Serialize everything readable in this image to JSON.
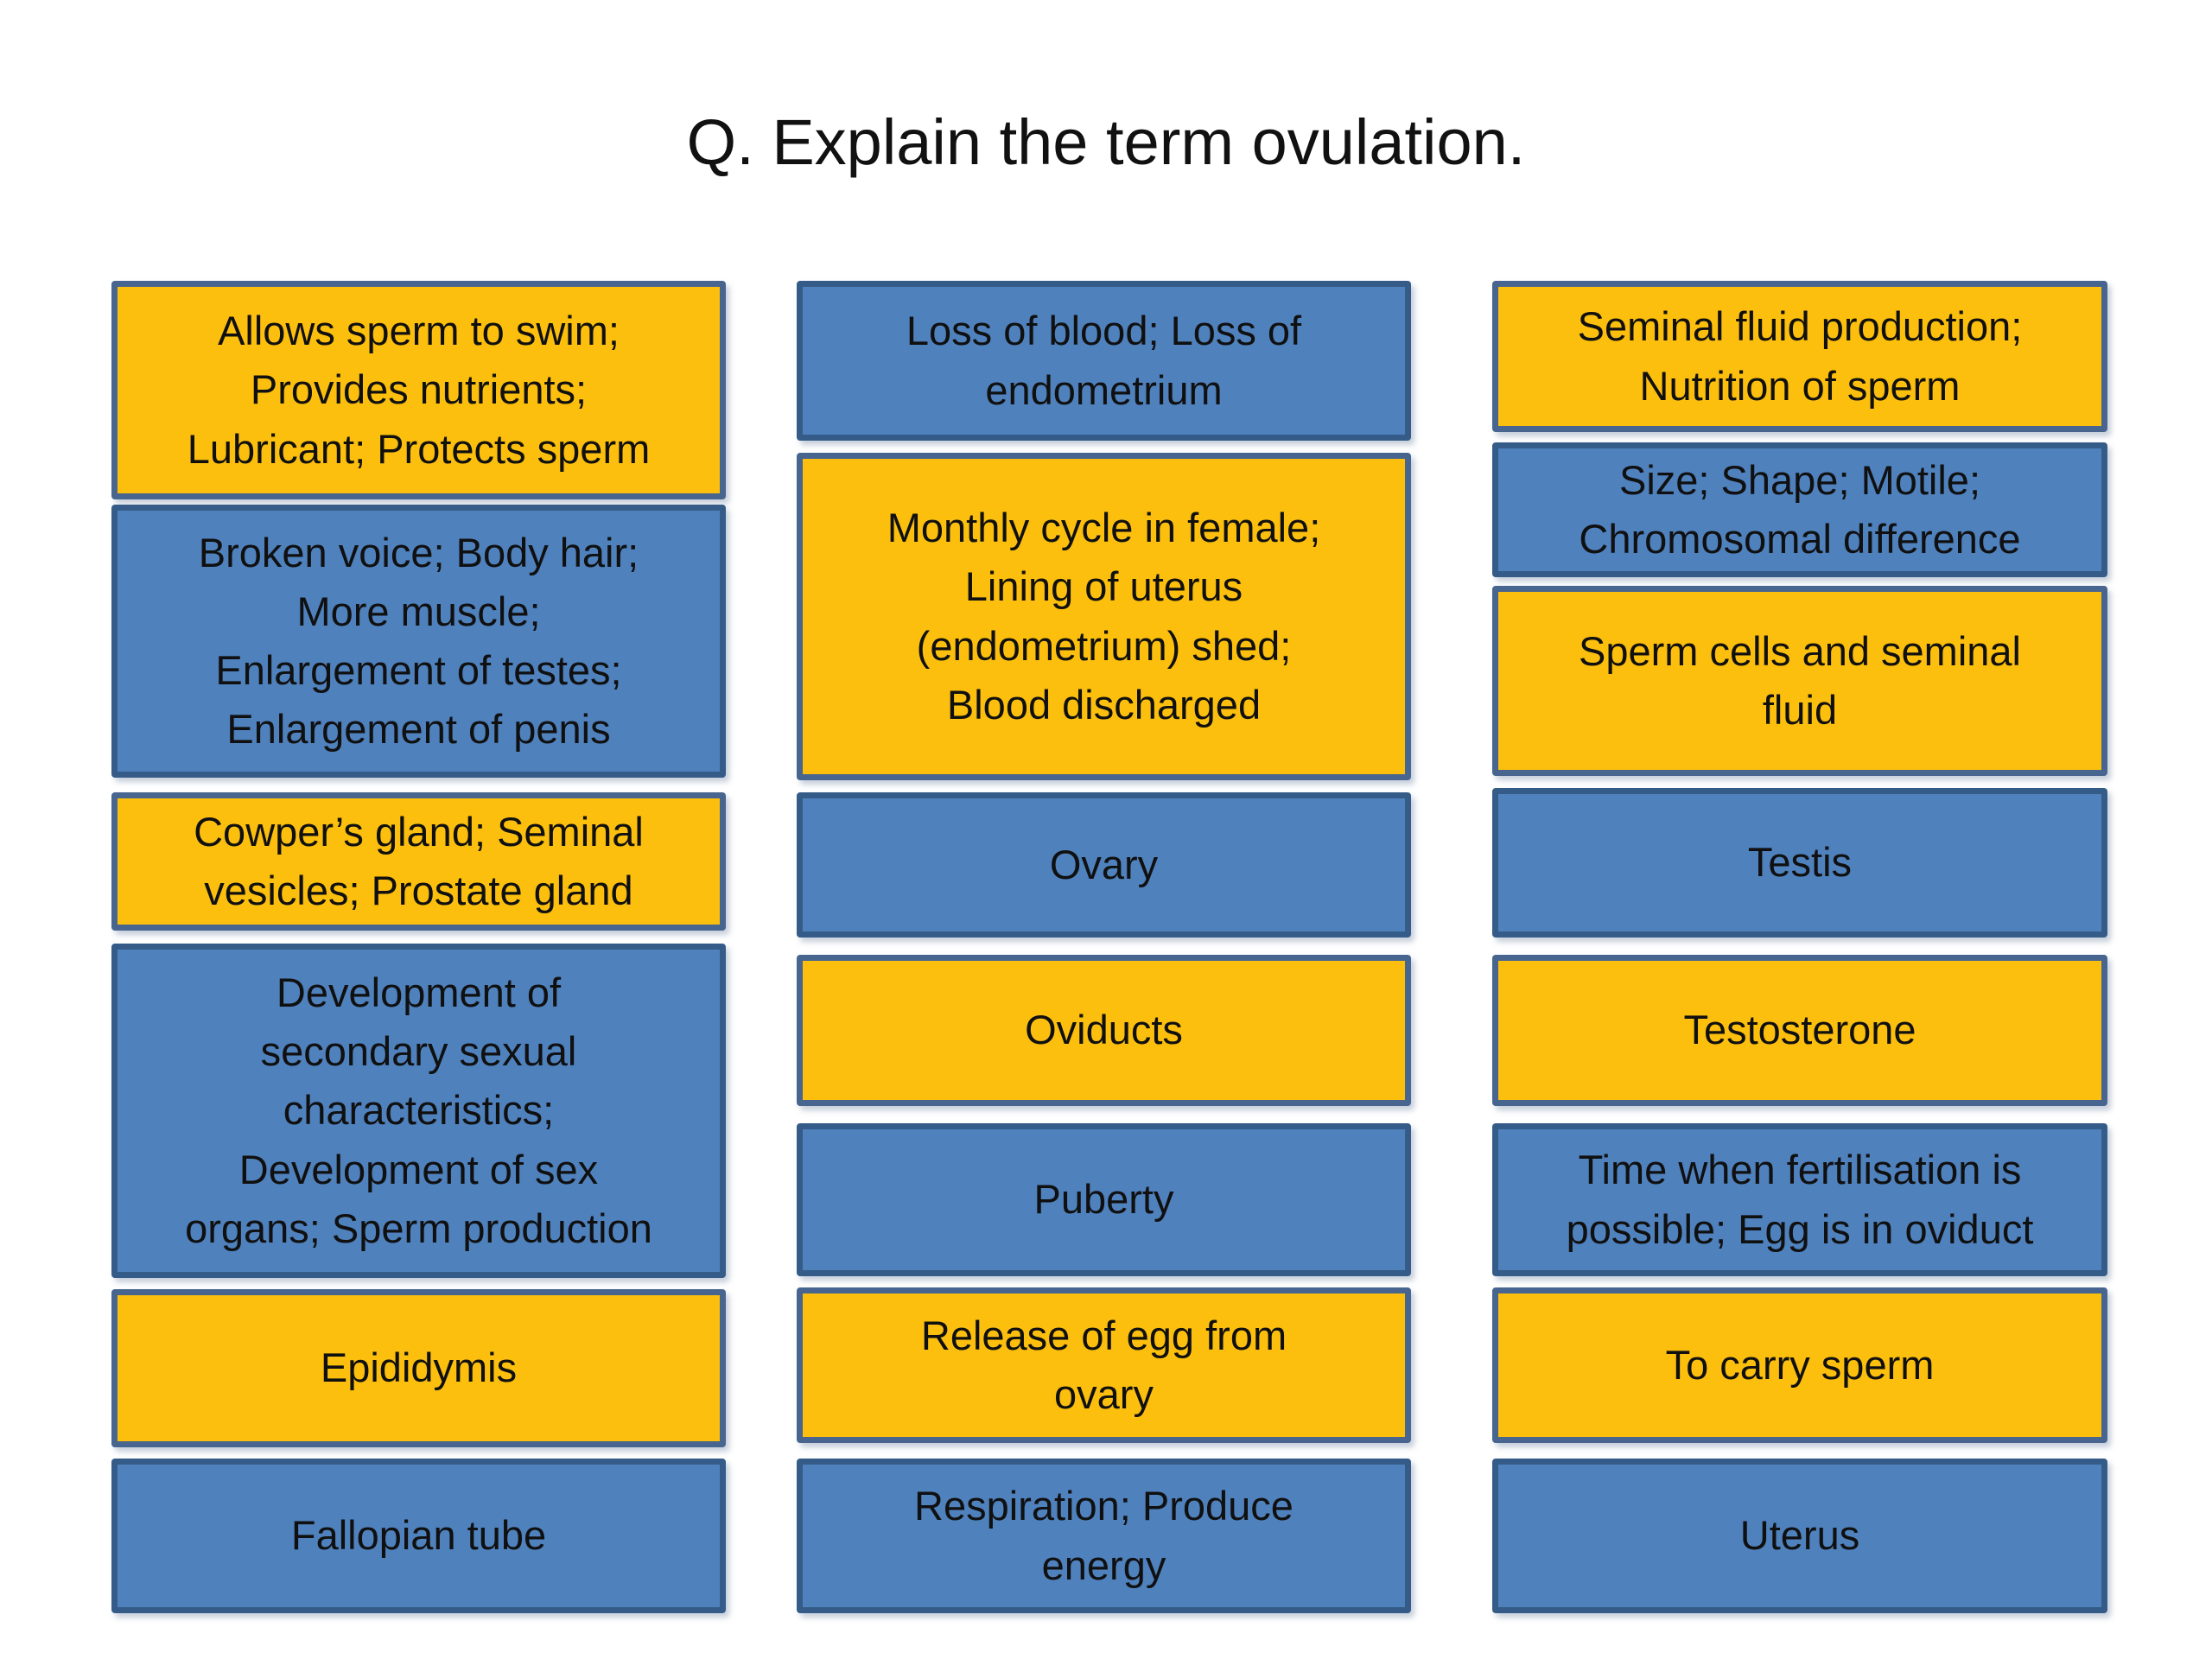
{
  "title": "Q. Explain the term ovulation.",
  "colors": {
    "background": "#FFFFFF",
    "card_orange_fill": "#FCBF0E",
    "card_orange_border": "#47658F",
    "card_blue_fill": "#4F81BD",
    "card_blue_border": "#355C88",
    "text": "#101010"
  },
  "columns": [
    {
      "boxes": [
        {
          "color": "orange",
          "text": "Allows sperm to swim;\nProvides nutrients;\nLubricant; Protects sperm"
        },
        {
          "color": "blue",
          "text": "Broken voice; Body hair;\nMore muscle;\nEnlargement of testes;\nEnlargement of penis"
        },
        {
          "color": "orange",
          "text": "Cowper’s gland; Seminal\nvesicles; Prostate gland"
        },
        {
          "color": "blue",
          "text": "Development of\nsecondary sexual\ncharacteristics;\nDevelopment of sex\norgans; Sperm production"
        },
        {
          "color": "orange",
          "text": "Epididymis"
        },
        {
          "color": "blue",
          "text": "Fallopian tube"
        }
      ]
    },
    {
      "boxes": [
        {
          "color": "blue",
          "text": "Loss of blood; Loss of\nendometrium"
        },
        {
          "color": "orange",
          "text": "Monthly cycle in female;\nLining of uterus\n(endometrium) shed;\nBlood discharged"
        },
        {
          "color": "blue",
          "text": "Ovary"
        },
        {
          "color": "orange",
          "text": "Oviducts"
        },
        {
          "color": "blue",
          "text": "Puberty"
        },
        {
          "color": "orange",
          "text": "Release of egg from\novary"
        },
        {
          "color": "blue",
          "text": "Respiration; Produce\nenergy"
        }
      ]
    },
    {
      "boxes": [
        {
          "color": "orange",
          "text": "Seminal fluid production;\nNutrition of sperm"
        },
        {
          "color": "blue",
          "text": "Size; Shape; Motile;\nChromosomal difference"
        },
        {
          "color": "orange",
          "text": "Sperm cells and seminal\nfluid"
        },
        {
          "color": "blue",
          "text": "Testis"
        },
        {
          "color": "orange",
          "text": "Testosterone"
        },
        {
          "color": "blue",
          "text": "Time when fertilisation is\npossible; Egg is in oviduct"
        },
        {
          "color": "orange",
          "text": "To carry sperm"
        },
        {
          "color": "blue",
          "text": "Uterus"
        }
      ]
    }
  ]
}
